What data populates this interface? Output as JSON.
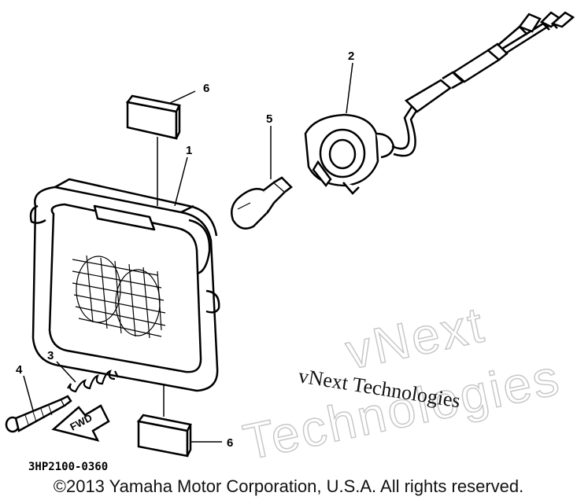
{
  "diagram": {
    "callouts": {
      "part1": "1",
      "part2": "2",
      "part3": "3",
      "part4": "4",
      "part5": "5",
      "part6_top": "6",
      "part6_bottom": "6"
    },
    "fwd_label": "FWD",
    "drawing_code": "3HP2100-0360"
  },
  "watermark": {
    "outline_line1": "vNext",
    "outline_line2": "Technologies",
    "serif_text": "vNext Technologies"
  },
  "footer": {
    "copyright": "©2013 Yamaha Motor Corporation, U.S.A. All rights reserved."
  }
}
